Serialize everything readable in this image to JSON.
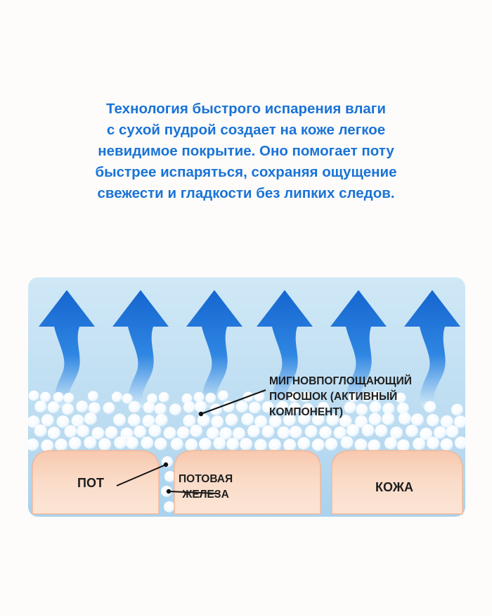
{
  "headline": {
    "lines": [
      "Технология быстрого испарения влаги",
      "с сухой пудрой создает на коже легкое",
      "невидимое покрытие. Оно помогает поту",
      "быстрее испаряться, сохраняя ощущение",
      "свежести и гладкости без липких следов."
    ]
  },
  "diagram": {
    "labels": {
      "powder": [
        "МИГНОВПОГЛОЩАЮЩИЙ",
        "ПОРОШОК (АКТИВНЫЙ",
        "КОМПОНЕНТ)"
      ],
      "sweat": "ПОТ",
      "sweat_gland": [
        "ПОТОВАЯ",
        "ЖЕЛЕЗА"
      ],
      "skin": "КОЖА"
    },
    "colors": {
      "background": "#bfe0f3",
      "arrow": "#1a6fd4",
      "skin_fill": "#f9d7c3",
      "skin_edge": "#f1b79a",
      "powder": "#ffffff"
    }
  }
}
